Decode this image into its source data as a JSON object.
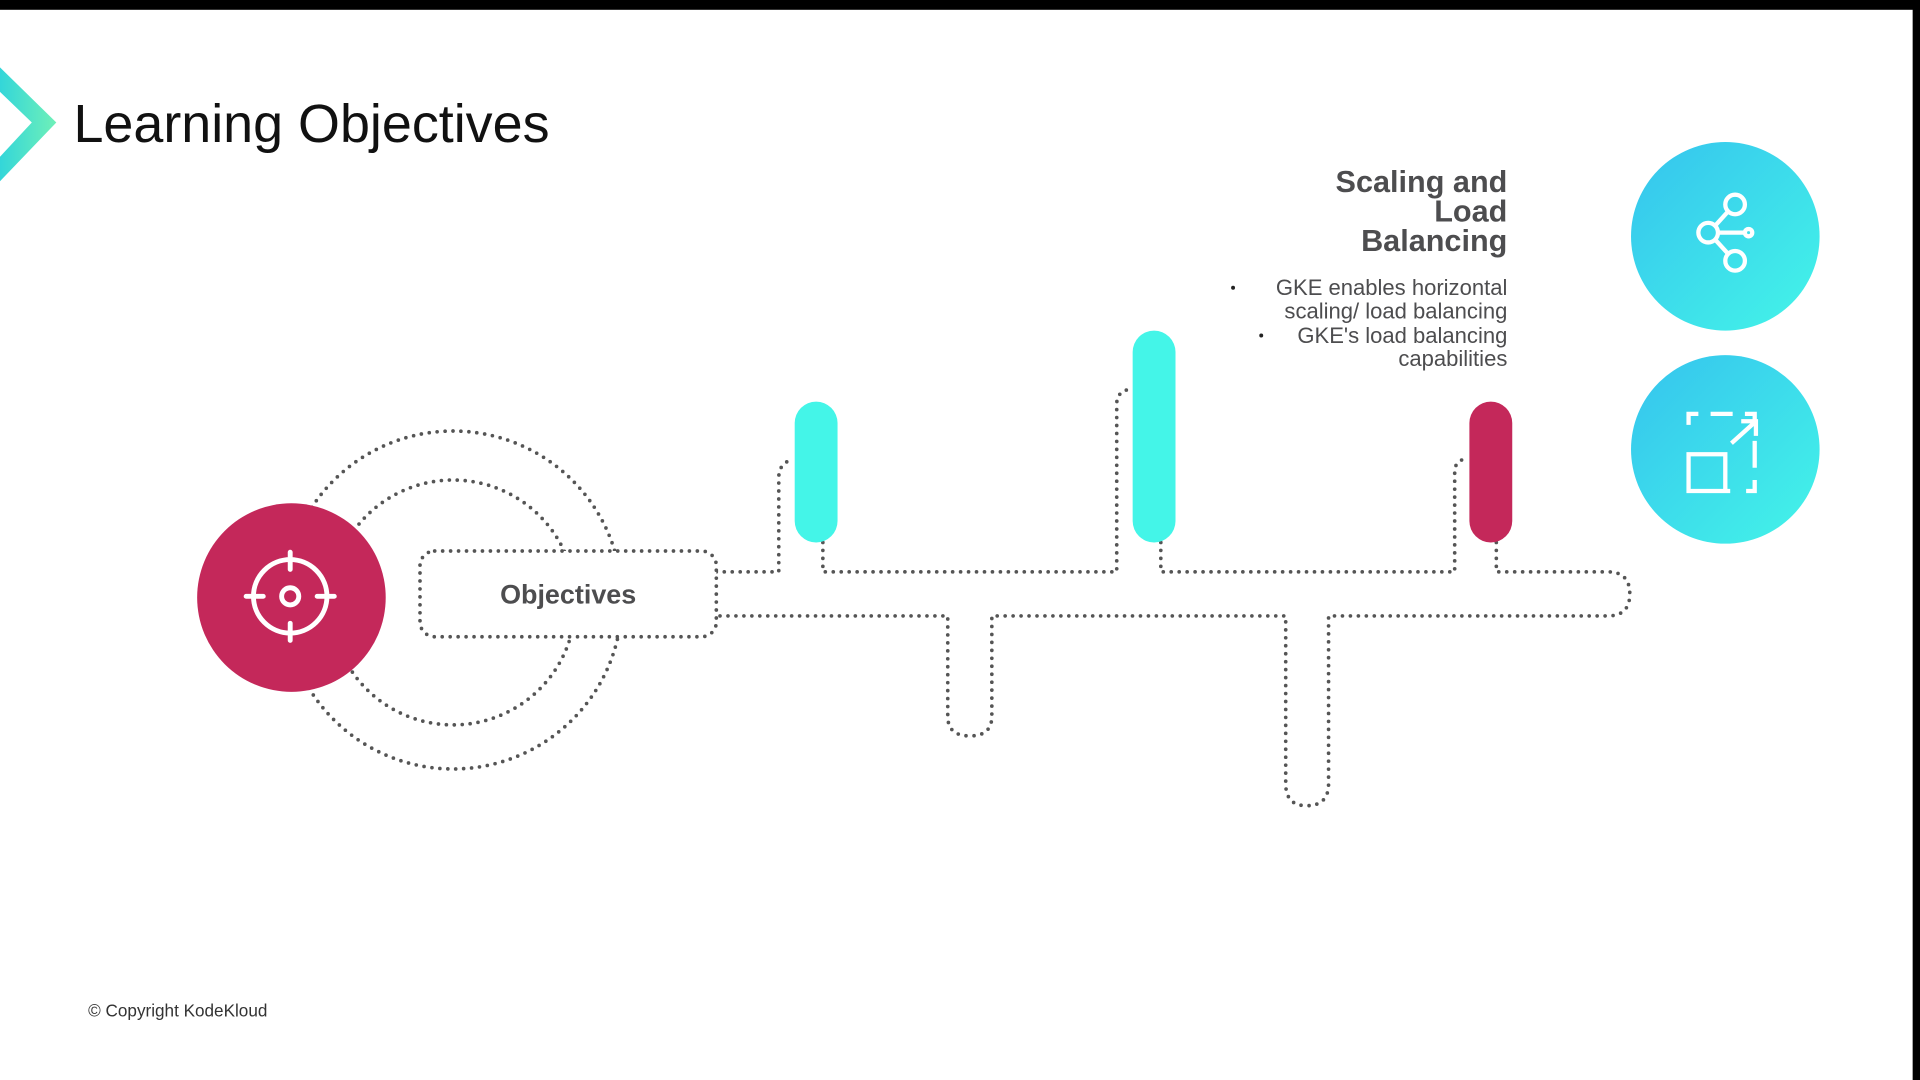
{
  "slide": {
    "title": "Learning Objectives",
    "center_label": "Objectives",
    "section": {
      "heading_lines": [
        "Scaling and",
        "Load",
        "Balancing"
      ],
      "bullet_lines": [
        [
          "GKE enables horizontal",
          "scaling/ load balancing"
        ],
        [
          "GKE's load balancing",
          "capabilities"
        ]
      ]
    },
    "copyright": "© Copyright KodeKloud"
  },
  "colors": {
    "accent_red": "#c4285a",
    "accent_cyan": "#44f5e8",
    "gradient_start": "#35c3ee",
    "gradient_end": "#44f5e8",
    "dots": "#555555",
    "heading": "#4d4d4f"
  },
  "icons": [
    "chevron-logo-icon",
    "target-icon",
    "share-nodes-icon",
    "scale-up-icon"
  ]
}
